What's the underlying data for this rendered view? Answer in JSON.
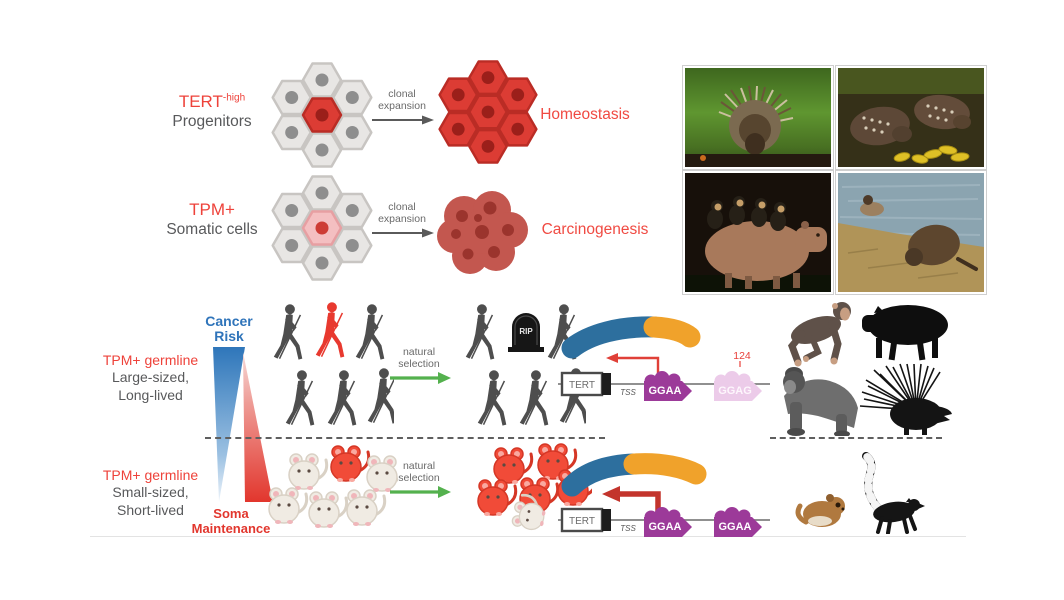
{
  "colors": {
    "accent_red": "#ee423a",
    "text_gray": "#58595b",
    "accent_blue": "#2f74ba",
    "accent_green": "#54b14e",
    "motif_purple": "#9c3a99",
    "motif_faded": "#eccbe9"
  },
  "top": {
    "progenitors": {
      "gene": "TERT",
      "gene_modifier": "-high",
      "cells": "Progenitors",
      "expansion_line1": "clonal",
      "expansion_line2": "expansion",
      "outcome": "Homeostasis"
    },
    "somatic": {
      "gene": "TPM+",
      "cells": "Somatic cells",
      "expansion_line1": "clonal",
      "expansion_line2": "expansion",
      "outcome": "Carcinogenesis"
    }
  },
  "photos": [
    "porcupine",
    "pacas",
    "capybara-with-monkeys",
    "nutria"
  ],
  "bottom": {
    "gradient": {
      "top_line1": "Cancer",
      "top_line2": "Risk",
      "bottom_line1": "Soma",
      "bottom_line2": "Maintenance"
    },
    "large": {
      "germline": "TPM+ germline",
      "size": "Large-sized,",
      "lifespan": "Long-lived",
      "selection_line1": "natural",
      "selection_line2": "selection"
    },
    "small": {
      "germline": "TPM+ germline",
      "size": "Small-sized,",
      "lifespan": "Short-lived",
      "selection_line1": "natural",
      "selection_line2": "selection"
    },
    "gravestone": "RIP",
    "gene_top": {
      "gene": "TERT",
      "tss": "TSS",
      "motif1": "GGAA",
      "motif2": "GGAG",
      "annotation": "124"
    },
    "gene_bottom": {
      "gene": "TERT",
      "tss": "TSS",
      "motif1": "GGAA",
      "motif2": "GGAA"
    },
    "animals_top": [
      "chimpanzee",
      "capybara",
      "gorilla",
      "porcupine"
    ],
    "animals_bottom": [
      "mouse-lemur",
      "ring-tailed-lemur"
    ]
  }
}
